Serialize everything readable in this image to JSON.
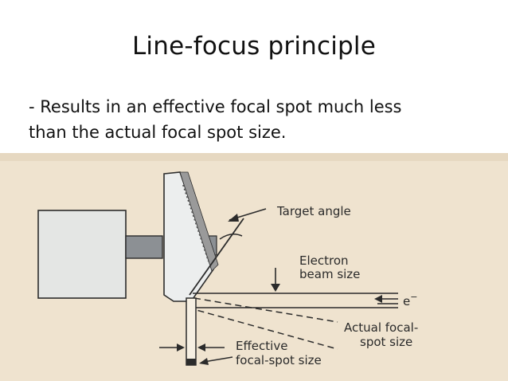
{
  "slide": {
    "title": "Line-focus principle",
    "body_line_1": "- Results in an effective focal spot much less",
    "body_line_2": "than the actual focal spot size."
  },
  "figure": {
    "labels": {
      "target_angle": "Target angle",
      "electron_beam_line1": "Electron",
      "electron_beam_line2": "beam size",
      "electron_symbol": "e",
      "electron_sup": "−",
      "actual_line1": "Actual focal-",
      "actual_line2": "spot size",
      "effective_line1": "Effective",
      "effective_line2": "focal-spot size"
    },
    "colors": {
      "paper": "#efe3cf",
      "paper_edge": "#e2d3bb",
      "anode_block": "#e4e6e4",
      "line": "#2b2b2b"
    }
  }
}
